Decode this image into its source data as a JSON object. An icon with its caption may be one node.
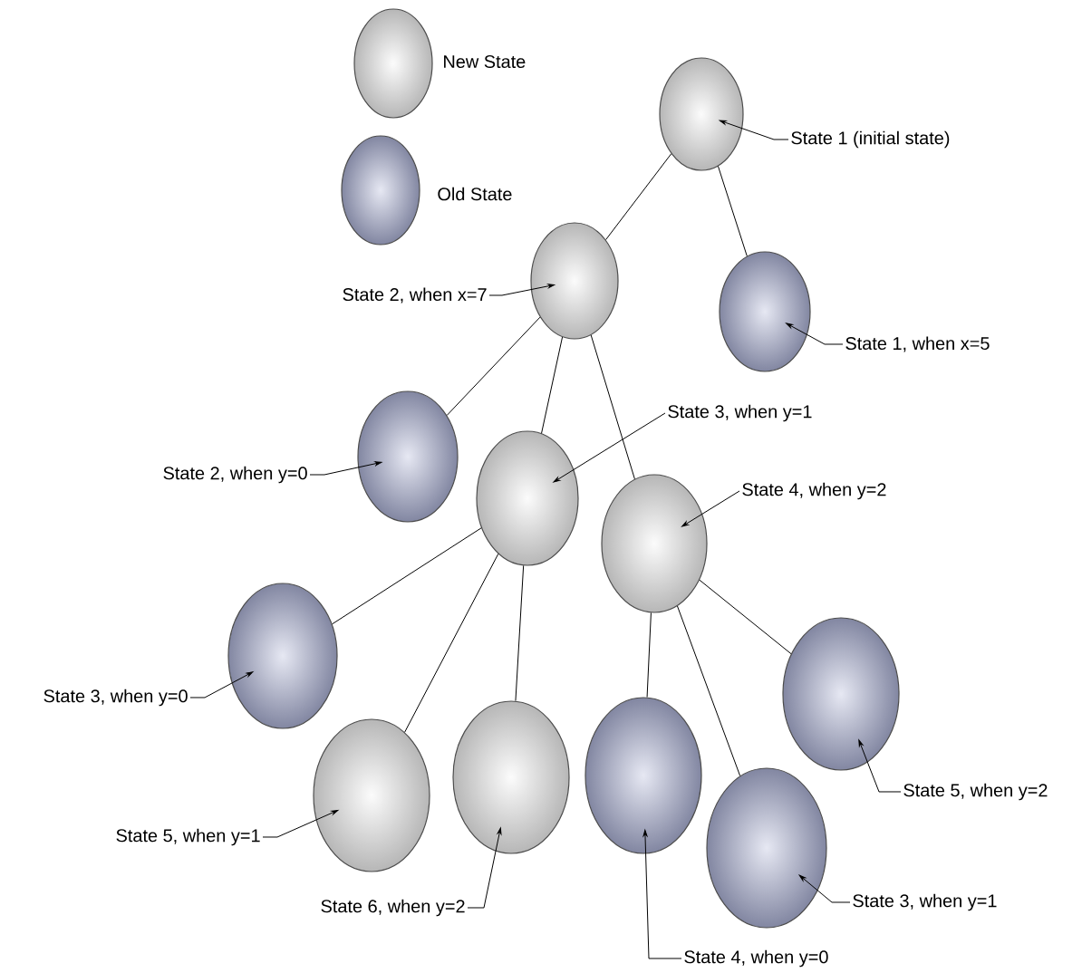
{
  "diagram": {
    "nodes": [
      {
        "text": [],
        "shape": "circle"
      },
      {
        "text": [],
        "shape": "circle"
      },
      {
        "text": [],
        "shape": "circle"
      },
      {
        "text": [],
        "shape": "circle"
      },
      {
        "text": [],
        "shape": "circle"
      },
      {
        "text": [],
        "shape": "circle"
      },
      {
        "text": [],
        "shape": "circle"
      },
      {
        "text": [],
        "shape": "circle"
      },
      {
        "text": [],
        "shape": "circle"
      },
      {
        "text": [],
        "shape": "circle"
      },
      {
        "text": [],
        "shape": "circle"
      },
      {
        "text": [],
        "shape": "circle"
      },
      {
        "text": [
          "State 1 (initial state)"
        ]
      },
      {
        "text": [
          "State 2, when x=7"
        ]
      },
      {
        "text": [
          "State 1, when x=5"
        ]
      },
      {
        "text": [
          "State 2, when y=0"
        ]
      },
      {
        "text": [
          "State 3, when y=1"
        ]
      },
      {
        "text": [
          "State 4, when y=2"
        ]
      },
      {
        "text": [
          "State 3, when y=0"
        ]
      },
      {
        "text": [
          "State 5, when y=1"
        ]
      },
      {
        "text": [
          "State 6, when y=2"
        ]
      },
      {
        "text": [
          "State 4, when y=0"
        ]
      },
      {
        "text": [
          "State 5, when y=2"
        ]
      },
      {
        "text": [
          "State 3, when y=1"
        ]
      }
    ],
    "edges": [
      {
        "from": 0,
        "to": 1,
        "arrow": "none"
      },
      {
        "from": 0,
        "to": 2,
        "arrow": "none"
      },
      {
        "from": 1,
        "to": 3,
        "arrow": "none"
      },
      {
        "from": 1,
        "to": 4,
        "arrow": "none"
      },
      {
        "from": 1,
        "to": 5,
        "arrow": "none"
      },
      {
        "from": 4,
        "to": 6,
        "arrow": "none"
      },
      {
        "from": 4,
        "to": 7,
        "arrow": "none"
      },
      {
        "from": 4,
        "to": 8,
        "arrow": "none"
      },
      {
        "from": 5,
        "to": 9,
        "arrow": "none"
      },
      {
        "from": 5,
        "to": 11,
        "arrow": "none"
      },
      {
        "from": 5,
        "to": 10,
        "arrow": "none"
      },
      {
        "from": 12,
        "to": 0,
        "arrow": "to"
      },
      {
        "from": 13,
        "to": 1,
        "arrow": "to"
      },
      {
        "from": 14,
        "to": 2,
        "arrow": "to"
      },
      {
        "from": 15,
        "to": 3,
        "arrow": "to"
      },
      {
        "from": 16,
        "to": 4,
        "arrow": "to"
      },
      {
        "from": 17,
        "to": 5,
        "arrow": "to"
      },
      {
        "from": 18,
        "to": 6,
        "arrow": "to"
      },
      {
        "from": 19,
        "to": 7,
        "arrow": "to"
      },
      {
        "from": 20,
        "to": 8,
        "arrow": "to"
      },
      {
        "from": 21,
        "to": 9,
        "arrow": "to"
      },
      {
        "from": 22,
        "to": 10,
        "arrow": "to"
      },
      {
        "from": 23,
        "to": 11,
        "arrow": "to"
      }
    ],
    "legend": [
      {
        "text": "New State",
        "color": "#f4f4f4"
      },
      {
        "text": "Old State",
        "color": "#aeb4d8"
      }
    ]
  }
}
